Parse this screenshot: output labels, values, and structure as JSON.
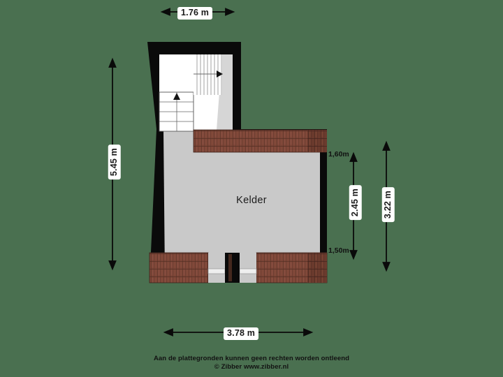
{
  "plan": {
    "room_label": "Kelder",
    "background_color": "#4a7050",
    "wall_color": "#0a0a0a",
    "floor_color": "#c9c9c9",
    "brick_color": "#7a4436"
  },
  "dimensions": {
    "top": "1.76 m",
    "left": "5.45 m",
    "bottom": "3.78 m",
    "right_outer": "3.22 m",
    "right_inner": "2.45 m",
    "right_top_small": "1,60m",
    "right_bottom_small": "1,50m"
  },
  "stairs": {
    "up_arrow": "up-arrow",
    "right_arrow": "right-arrow"
  },
  "footer": {
    "line1": "Aan de plattegronden kunnen geen rechten worden ontleend",
    "line2": "© Zibber www.zibber.nl"
  }
}
